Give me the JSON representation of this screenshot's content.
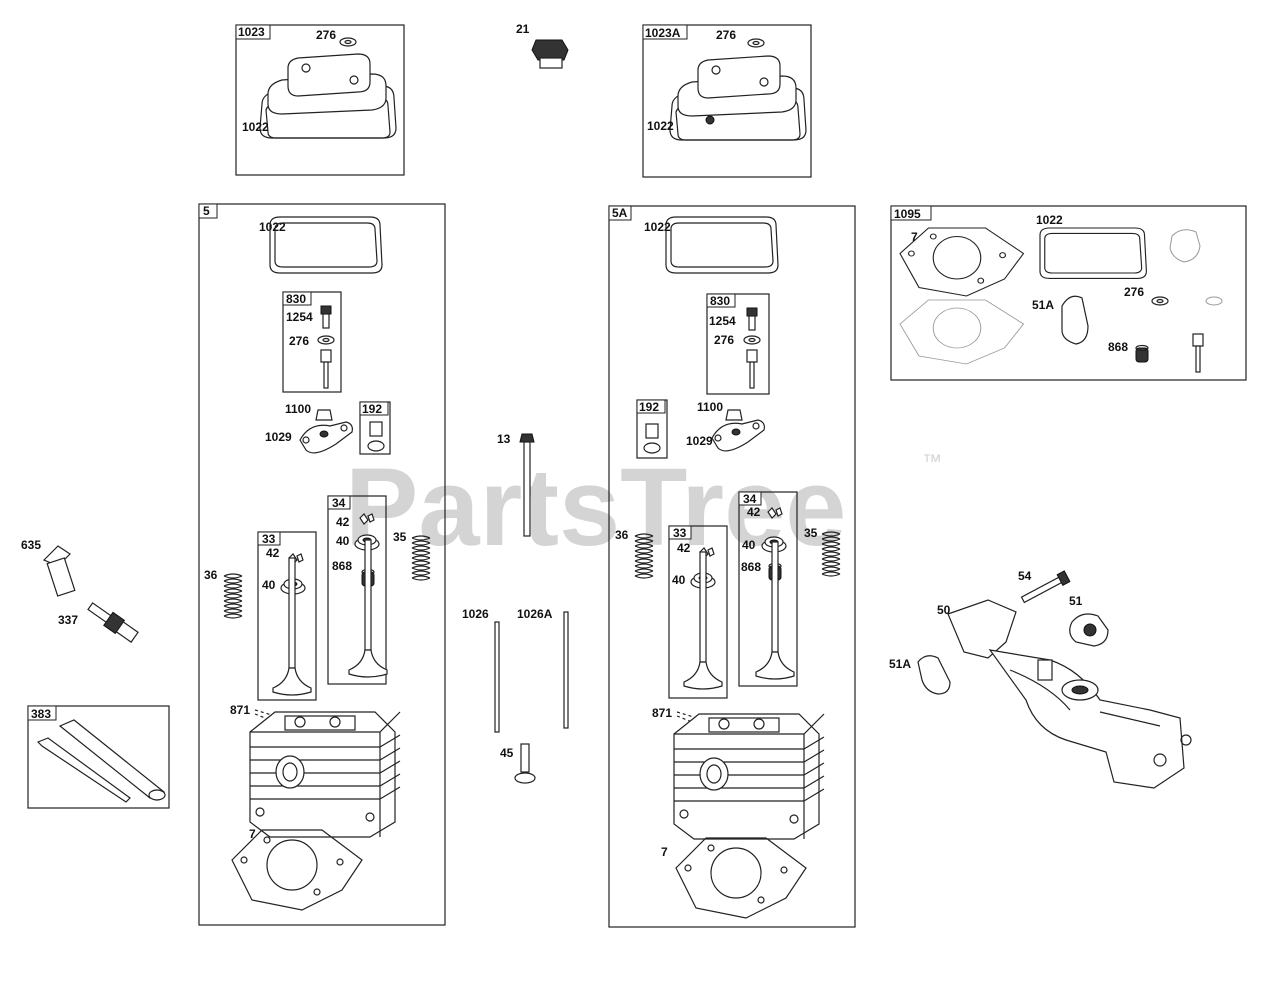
{
  "watermark": {
    "text": "PartsTree",
    "tm": "™"
  },
  "boxes": {
    "b1023": "1023",
    "b1023a": "1023A",
    "b5": "5",
    "b5a": "5A",
    "b1095": "1095",
    "b830": "830",
    "b830a": "830",
    "b192": "192",
    "b192a": "192",
    "b34": "34",
    "b34a": "34",
    "b33": "33",
    "b33a": "33",
    "b383": "383"
  },
  "labels": {
    "p276_1023": "276",
    "p1022_1023": "1022",
    "p21": "21",
    "p276_1023a": "276",
    "p1022_1023a": "1022",
    "p1022_5": "1022",
    "p1254_5": "1254",
    "p276_5": "276",
    "p1100_5": "1100",
    "p1029_5": "1029",
    "p42_34": "42",
    "p40_34": "40",
    "p868_34": "868",
    "p35_5": "35",
    "p36_5": "36",
    "p42_33": "42",
    "p40_33": "40",
    "p871_5": "871",
    "p7_5": "7",
    "p1022_5a": "1022",
    "p1254_5a": "1254",
    "p276_5a": "276",
    "p1100_5a": "1100",
    "p1029_5a": "1029",
    "p36_5a": "36",
    "p42_33a": "42",
    "p40_33a": "40",
    "p42_34a": "42",
    "p40_34a": "40",
    "p868_34a": "868",
    "p35_5a": "35",
    "p871_5a": "871",
    "p7_5a": "7",
    "p13": "13",
    "p1026": "1026",
    "p1026a": "1026A",
    "p45": "45",
    "p7_1095": "7",
    "p1022_1095": "1022",
    "p51a_1095": "51A",
    "p276_1095": "276",
    "p868_1095": "868",
    "p635": "635",
    "p337": "337",
    "p54": "54",
    "p50": "50",
    "p51": "51",
    "p51a": "51A"
  },
  "icons": {
    "gasket": "gasket-icon",
    "spring": "spring-icon",
    "valve": "valve-icon",
    "cylinder_head": "cylinder-head-icon",
    "rocker_arm": "rocker-arm-icon",
    "valve_cover": "valve-cover-icon",
    "spark_plug": "spark-plug-icon",
    "push_rod": "push-rod-icon",
    "bolt": "bolt-icon",
    "manifold": "intake-manifold-icon"
  }
}
